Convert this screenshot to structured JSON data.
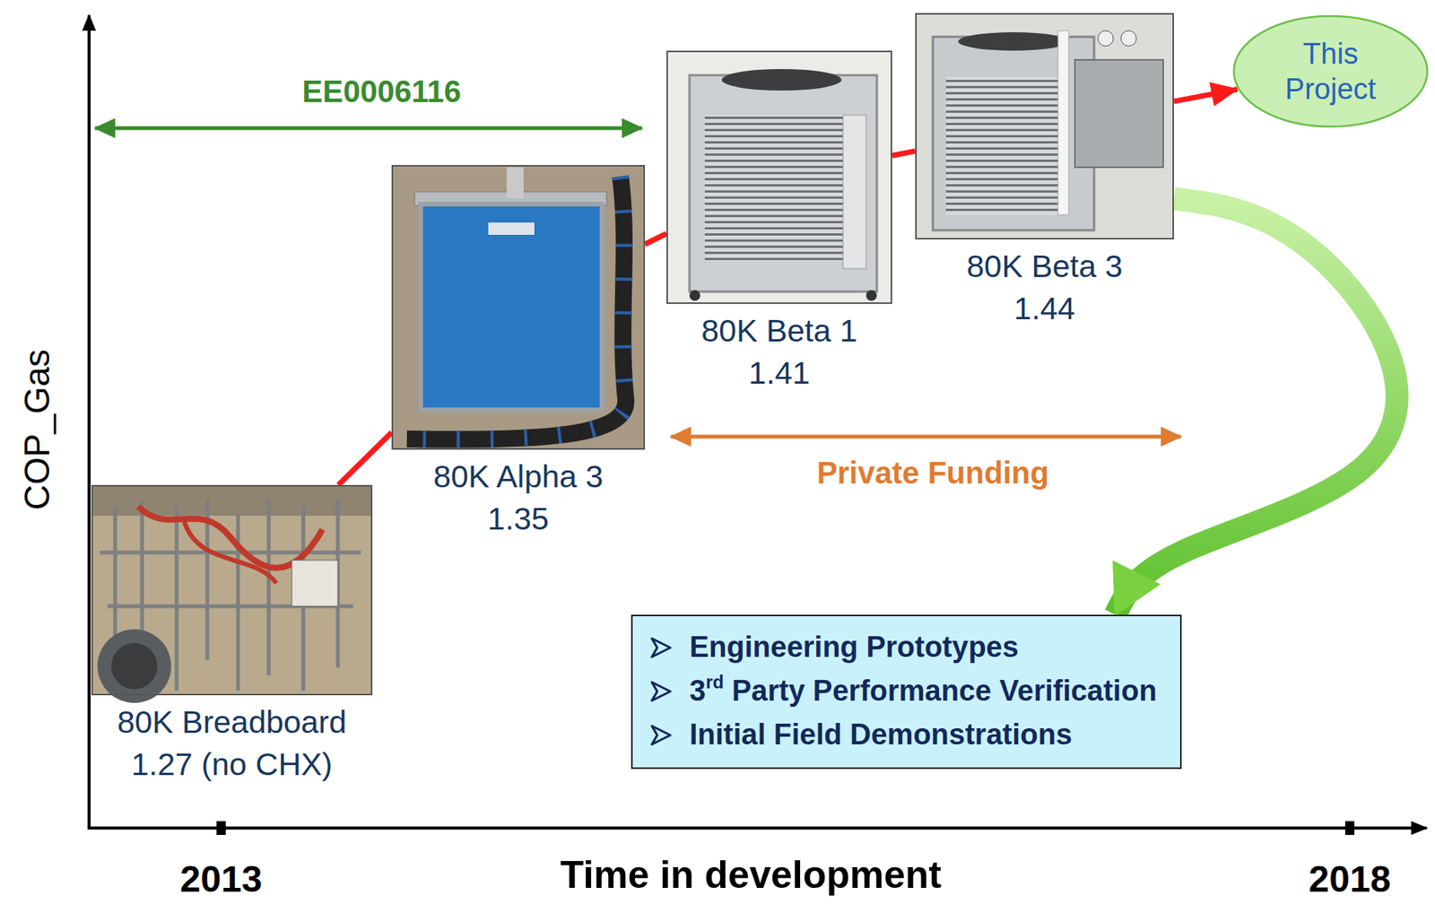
{
  "diagram": {
    "nodes": [
      {
        "text": [
          "80K Breadboard",
          "1.27 (no CHX)"
        ]
      },
      {
        "text": [
          "80K Alpha 3",
          "1.35"
        ]
      },
      {
        "text": [
          "80K Beta 1",
          "1.41"
        ]
      },
      {
        "text": [
          "80K Beta 3",
          "1.44"
        ]
      },
      {
        "text": [
          "This Project"
        ]
      },
      {
        "text": [
          "Engineering Prototypes",
          "3rd Party Performance Verification",
          "Initial Field Demonstrations"
        ]
      }
    ],
    "edges": [
      {
        "from": 0,
        "to": 1,
        "arrow": "none"
      },
      {
        "from": 1,
        "to": 2,
        "arrow": "none"
      },
      {
        "from": 2,
        "to": 3,
        "arrow": "none"
      },
      {
        "from": 3,
        "to": 4,
        "arrow": "to"
      },
      {
        "from": 3,
        "to": 5,
        "arrow": "to"
      }
    ],
    "labels": [
      "EE0006116",
      "Private Funding",
      "COP_Gas",
      "2013",
      "Time in development",
      "2018"
    ]
  }
}
